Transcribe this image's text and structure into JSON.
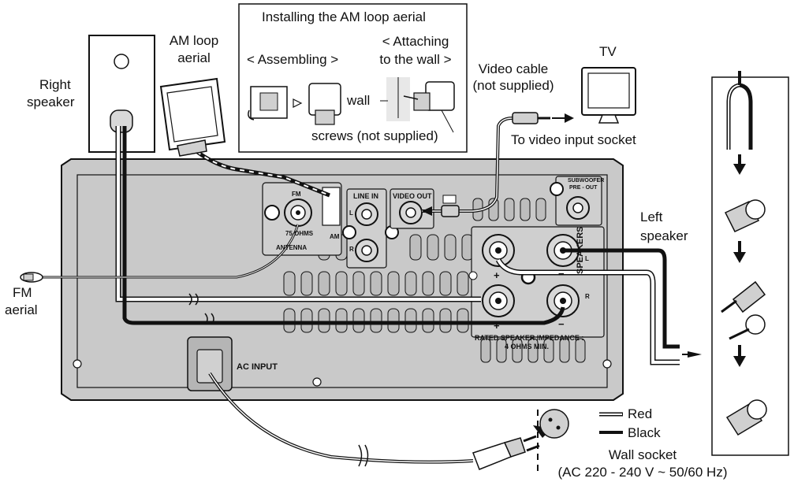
{
  "labels": {
    "install_title": "Installing the AM loop aerial",
    "assembling": "< Assembling >",
    "attaching_1": "< Attaching",
    "attaching_2": "to the wall >",
    "wall": "wall",
    "screws": "screws (not supplied)",
    "am_loop_1": "AM loop",
    "am_loop_2": "aerial",
    "right_speaker_1": "Right",
    "right_speaker_2": "speaker",
    "video_cable_1": "Video cable",
    "video_cable_2": "(not supplied)",
    "tv": "TV",
    "to_video_input": "To video input socket",
    "left_speaker_1": "Left",
    "left_speaker_2": "speaker",
    "fm_aerial_1": "FM",
    "fm_aerial_2": "aerial",
    "red": "Red",
    "black": "Black",
    "wall_socket_1": "Wall socket",
    "wall_socket_2": "(AC 220 - 240 V ~ 50/60 Hz)"
  },
  "panel": {
    "fm": "FM",
    "am": "AM",
    "ohms75": "75 OHMS",
    "antenna": "ANTENNA",
    "line_in": "LINE IN",
    "video_out": "VIDEO OUT",
    "l": "L",
    "r": "R",
    "subwoofer_1": "SUBWOOFER",
    "subwoofer_2": "PRE - OUT",
    "speakers": "SPEAKERS",
    "rated_1": "RATED SPEAKER IMPEDANCE :",
    "rated_2": "4 OHMS MIN.",
    "plus": "+",
    "minus": "−",
    "ac_input": "AC INPUT"
  },
  "colors": {
    "panel": "#c9c9c9",
    "panel_dark": "#b5b5b5",
    "line": "#111111",
    "wire_light": "#ffffff"
  },
  "icons": [
    "am-loop-aerial-icon",
    "speaker-box-icon",
    "tv-icon",
    "video-plug-icon",
    "fm-aerial-connector-icon",
    "power-plug-icon",
    "wall-socket-icon",
    "cable-prep-steps-icon"
  ]
}
